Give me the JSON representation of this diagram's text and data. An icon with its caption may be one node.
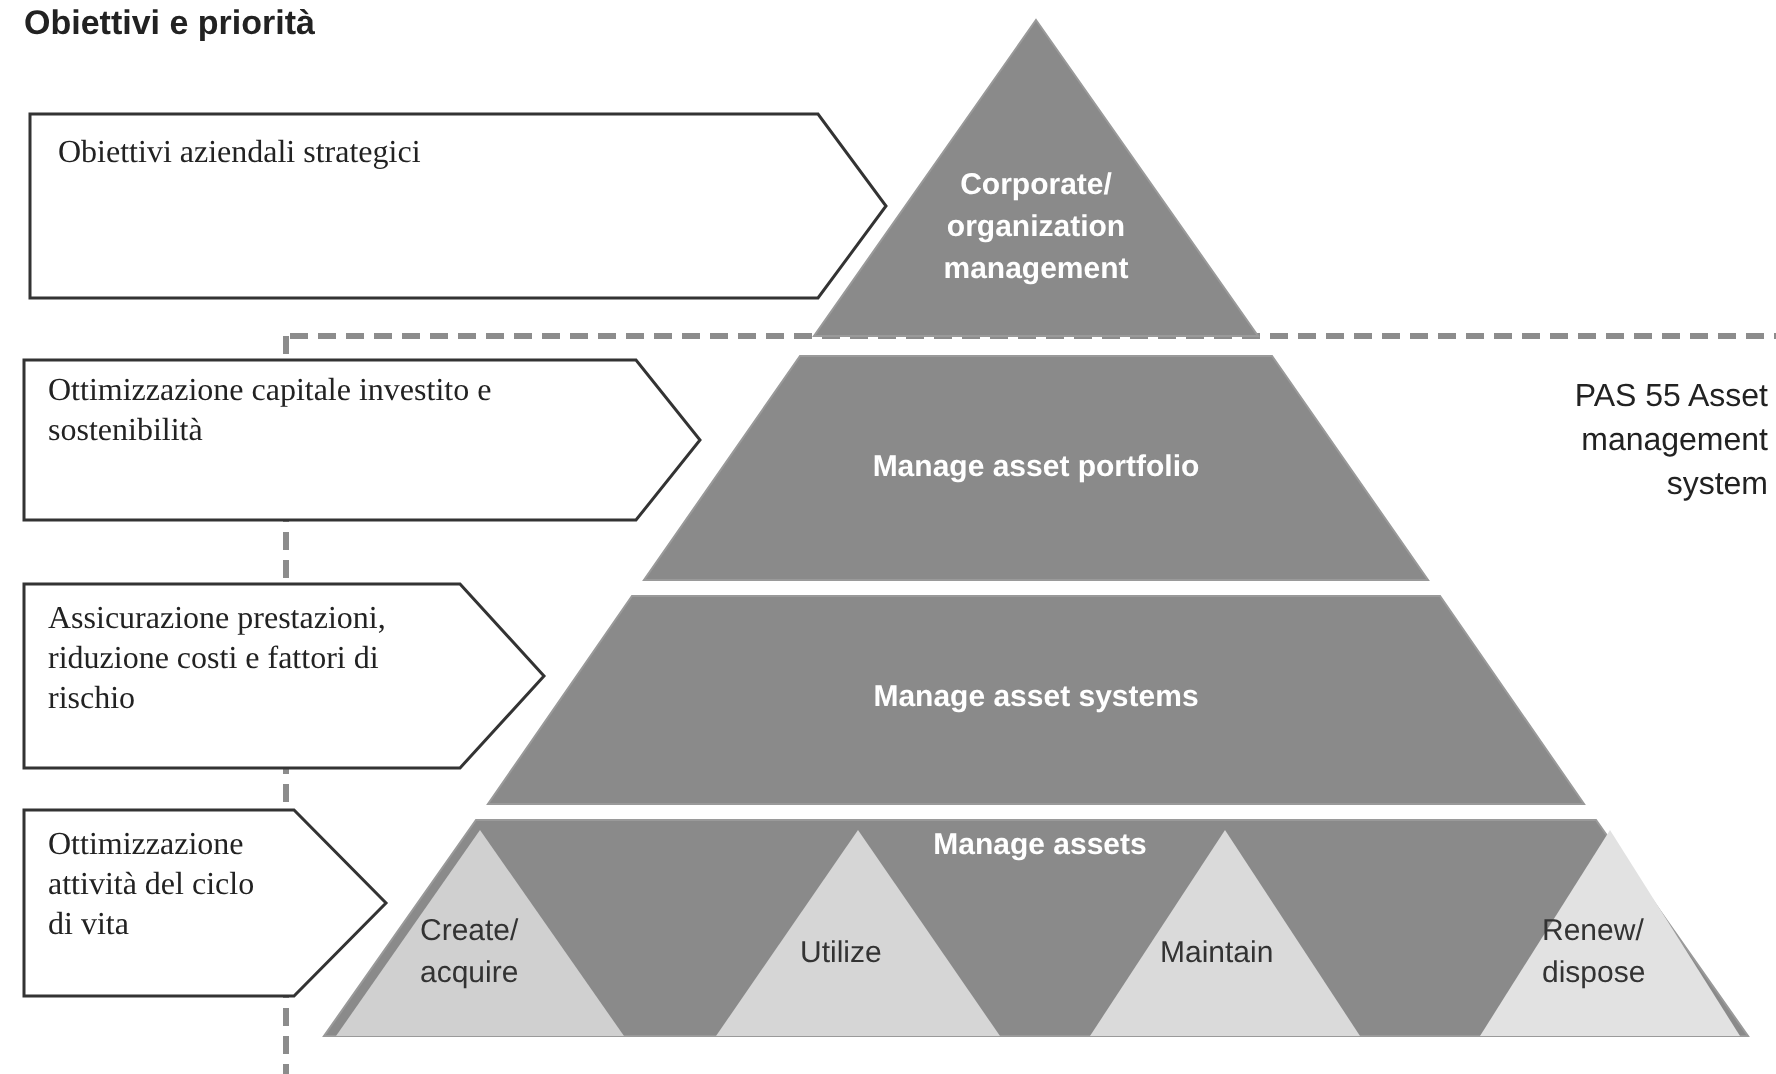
{
  "diagram": {
    "title": "Obiettivi e priorità",
    "nodes": [
      {
        "text": [
          "Obiettivi aziendali strategici"
        ]
      },
      {
        "text": [
          "Ottimizzazione capitale investito e sostenibilità"
        ]
      },
      {
        "text": [
          "Assicurazione prestazioni, riduzione costi e fattori di rischio"
        ]
      },
      {
        "text": [
          "Ottimizzazione attività del ciclo di vita"
        ]
      },
      {
        "text": [
          "Corporate/ organization management"
        ]
      },
      {
        "text": [
          "Manage asset portfolio"
        ]
      },
      {
        "text": [
          "Manage asset systems"
        ]
      },
      {
        "text": [
          "Manage assets"
        ]
      },
      {
        "text": [
          "Create/ acquire"
        ],
        "in": 7
      },
      {
        "text": [
          "Utilize"
        ],
        "in": 7
      },
      {
        "text": [
          "Maintain"
        ],
        "in": 7
      },
      {
        "text": [
          "Renew/ dispose"
        ],
        "in": 7
      }
    ],
    "labels": [
      "PAS 55 Asset management system"
    ]
  }
}
